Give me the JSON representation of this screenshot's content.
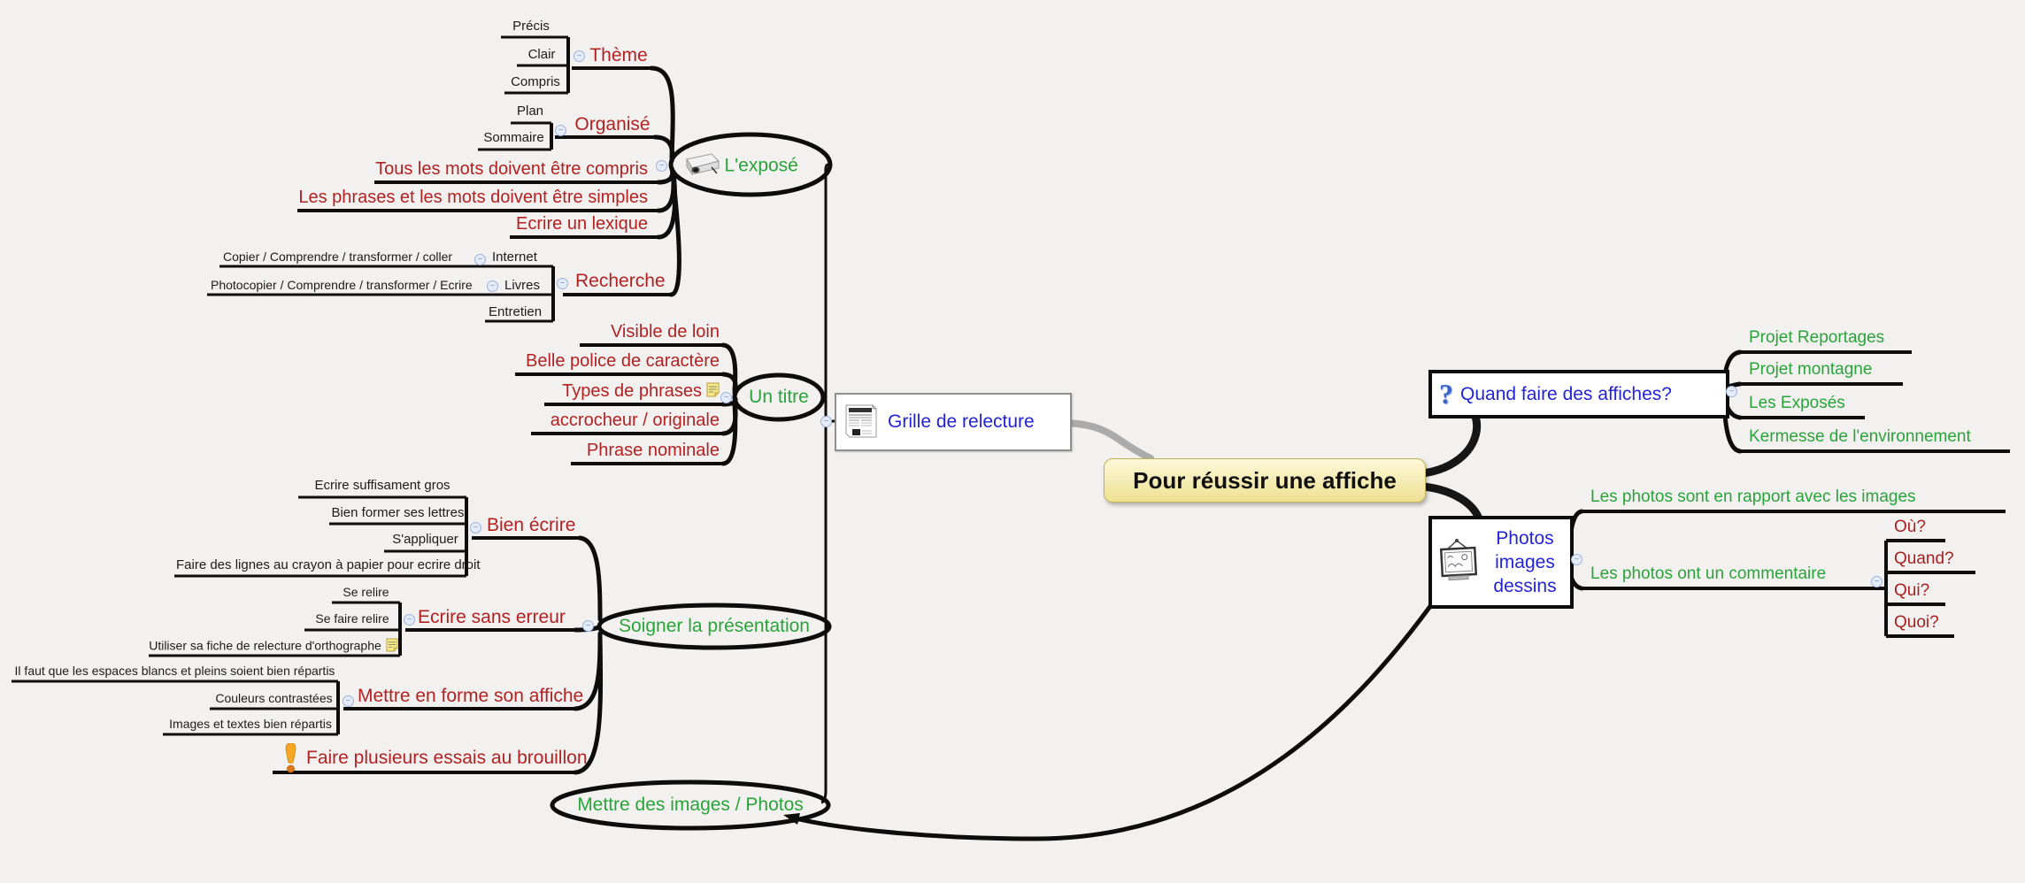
{
  "title": "Pour réussir une affiche",
  "colors": {
    "red": "#b22222",
    "green": "#2aa33a",
    "blue": "#2323d7",
    "root_bg": "#f5ecab",
    "line": "#111111",
    "gray_edge": "#ababab"
  },
  "glyphs": {
    "collapse": "−",
    "question": "?"
  },
  "icons": {
    "grille": "newspaper-icon",
    "expose": "projector-icon",
    "quand": "question-mark-icon",
    "photos": "picture-frame-icon",
    "note": "note-icon",
    "warning": "exclamation-icon"
  },
  "nodes": {
    "root": {
      "label": "Pour réussir une affiche"
    },
    "grille": {
      "label": "Grille de relecture"
    },
    "expose": {
      "label": "L'exposé"
    },
    "theme": {
      "label": "Thème"
    },
    "precis": {
      "label": "Précis"
    },
    "clair": {
      "label": "Clair"
    },
    "compris": {
      "label": "Compris"
    },
    "organise": {
      "label": "Organisé"
    },
    "plan": {
      "label": "Plan"
    },
    "sommaire": {
      "label": "Sommaire"
    },
    "tous": {
      "label": "Tous les mots doivent être compris"
    },
    "phrases": {
      "label": "Les phrases et les mots doivent être simples"
    },
    "lexique": {
      "label": "Ecrire un lexique"
    },
    "recherche": {
      "label": "Recherche"
    },
    "internet": {
      "label": "Internet"
    },
    "copier": {
      "label": "Copier / Comprendre / transformer / coller"
    },
    "livres": {
      "label": "Livres"
    },
    "photocopier": {
      "label": "Photocopier / Comprendre / transformer / Ecrire"
    },
    "entretien": {
      "label": "Entretien"
    },
    "untitre": {
      "label": "Un titre"
    },
    "visible": {
      "label": "Visible de loin"
    },
    "belle": {
      "label": "Belle police de caractère"
    },
    "types": {
      "label": "Types de phrases"
    },
    "accrocheur": {
      "label": "accrocheur / originale"
    },
    "nominale": {
      "label": "Phrase nominale"
    },
    "soigner": {
      "label": "Soigner la présentation"
    },
    "bienecrire": {
      "label": "Bien écrire"
    },
    "suffisament": {
      "label": "Ecrire suffisament gros"
    },
    "former": {
      "label": "Bien former ses lettres"
    },
    "sappliquer": {
      "label": "S'appliquer"
    },
    "lignes": {
      "label": "Faire des lignes au crayon à papier pour ecrire droit"
    },
    "sanserreur": {
      "label": "Ecrire sans erreur"
    },
    "serelire": {
      "label": "Se relire"
    },
    "sefaire": {
      "label": "Se faire relire"
    },
    "fiche": {
      "label": "Utiliser sa fiche de relecture d'orthographe"
    },
    "mettreforme": {
      "label": "Mettre en forme son affiche"
    },
    "espaces": {
      "label": "Il faut que les espaces blancs et pleins soient bien répartis"
    },
    "couleurs": {
      "label": "Couleurs contrastées"
    },
    "imagestextes": {
      "label": "Images et textes bien répartis"
    },
    "brouillon": {
      "label": "Faire plusieurs essais au brouillon"
    },
    "mettreimages": {
      "label": "Mettre des images / Photos"
    },
    "quand": {
      "label": "Quand faire des affiches?"
    },
    "reportages": {
      "label": "Projet Reportages"
    },
    "montagne": {
      "label": "Projet  montagne"
    },
    "exposes": {
      "label": "Les Exposés"
    },
    "kermesse": {
      "label": "Kermesse de l'environnement"
    },
    "photos": {
      "line1": "Photos",
      "line2": "images",
      "line3": "dessins"
    },
    "rapport": {
      "label": "Les photos sont en rapport avec les images"
    },
    "commentaire": {
      "label": "Les photos ont un commentaire"
    },
    "ou": {
      "label": "Où?"
    },
    "quand2": {
      "label": "Quand?"
    },
    "qui": {
      "label": "Qui?"
    },
    "quoi": {
      "label": "Quoi?"
    }
  }
}
